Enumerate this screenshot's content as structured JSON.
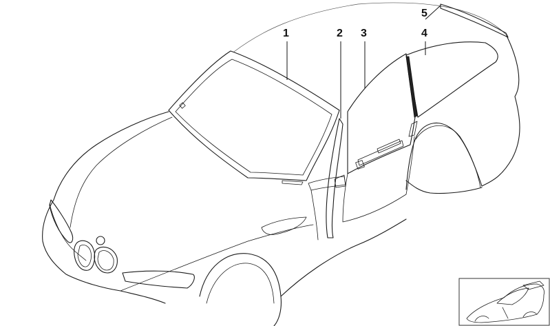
{
  "diagram": {
    "callouts": [
      {
        "label": "1",
        "part": "windscreen"
      },
      {
        "label": "2",
        "part": "a-pillar-trim"
      },
      {
        "label": "3",
        "part": "door-window"
      },
      {
        "label": "4",
        "part": "rear-side-window"
      },
      {
        "label": "5",
        "part": "rear-window"
      }
    ]
  }
}
